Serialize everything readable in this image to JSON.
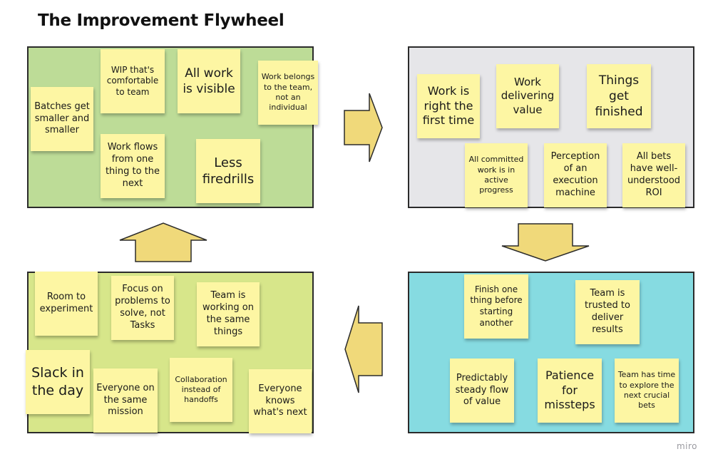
{
  "title": "The Improvement Flywheel",
  "watermark": "miro",
  "colors": {
    "panel_green": "#bddc97",
    "panel_gray": "#e6e6e9",
    "panel_lime": "#d7e68a",
    "panel_cyan": "#86dbe1",
    "sticky": "#fdf6a3",
    "arrow_fill": "#f0d97a",
    "arrow_stroke": "#2b2b2b"
  },
  "panels": {
    "top_left": {
      "notes": [
        "Batches get smaller and smaller",
        "WIP that's comfortable to team",
        "All work is visible",
        "Work belongs to the team, not an individual",
        "Work flows from one thing to the next",
        "Less firedrills"
      ]
    },
    "top_right": {
      "notes": [
        "Work is right the first time",
        "Work delivering value",
        "Things get finished",
        "All committed work is in active progress",
        "Perception of an execution machine",
        "All bets have well-understood ROI"
      ]
    },
    "bottom_right": {
      "notes": [
        "Finish one thing before starting another",
        "Team is trusted to deliver results",
        "Predictably steady flow of value",
        "Patience for missteps",
        "Team has time to explore the next crucial bets"
      ]
    },
    "bottom_left": {
      "notes": [
        "Room to experiment",
        "Focus on problems to solve, not Tasks",
        "Team is working on the same things",
        "Slack in the day",
        "Everyone on the same mission",
        "Collaboration instead of handoffs",
        "Everyone knows what's next"
      ]
    }
  }
}
